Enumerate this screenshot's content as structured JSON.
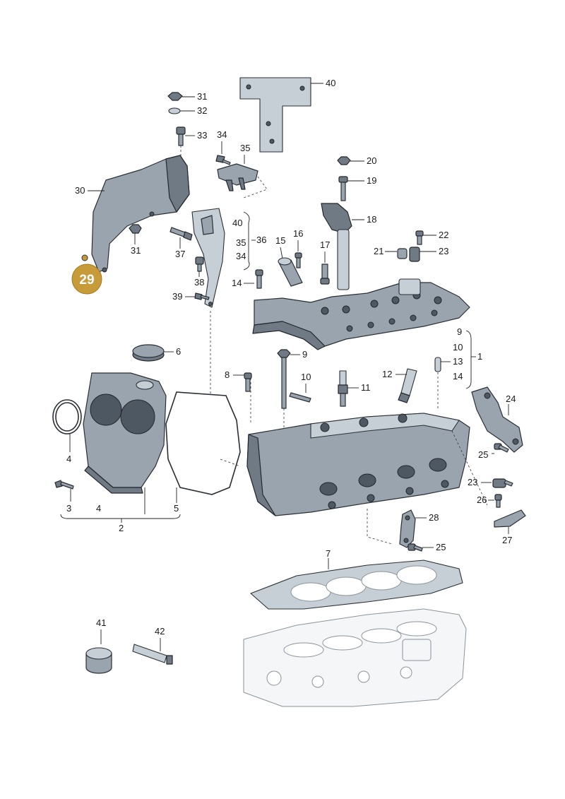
{
  "highlight": {
    "number": "29",
    "color": "#c79a3a",
    "text_color": "#ffffff"
  },
  "labels": {
    "l1": "1",
    "l2": "2",
    "l3": "3",
    "l4a": "4",
    "l4b": "4",
    "l5": "5",
    "l6": "6",
    "l7": "7",
    "l8": "8",
    "l9a": "9",
    "l9b": "9",
    "l10a": "10",
    "l10b": "10",
    "l11": "11",
    "l12": "12",
    "l13": "13",
    "l14a": "14",
    "l14b": "14",
    "l15": "15",
    "l16": "16",
    "l17": "17",
    "l18": "18",
    "l19": "19",
    "l20": "20",
    "l21": "21",
    "l22": "22",
    "l23a": "23",
    "l23b": "23",
    "l24": "24",
    "l25a": "25",
    "l25b": "25",
    "l26": "26",
    "l27": "27",
    "l28": "28",
    "l30": "30",
    "l31a": "31",
    "l31b": "31",
    "l32": "32",
    "l33": "33",
    "l34a": "34",
    "l34b": "34",
    "l35a": "35",
    "l35b": "35",
    "l36": "36",
    "l37": "37",
    "l38": "38",
    "l39": "39",
    "l40a": "40",
    "l40b": "40",
    "l41": "41",
    "l42": "42"
  },
  "colors": {
    "part": "#9aa4ae",
    "outline": "#2a2f35",
    "highlight": "#c79a3a"
  }
}
